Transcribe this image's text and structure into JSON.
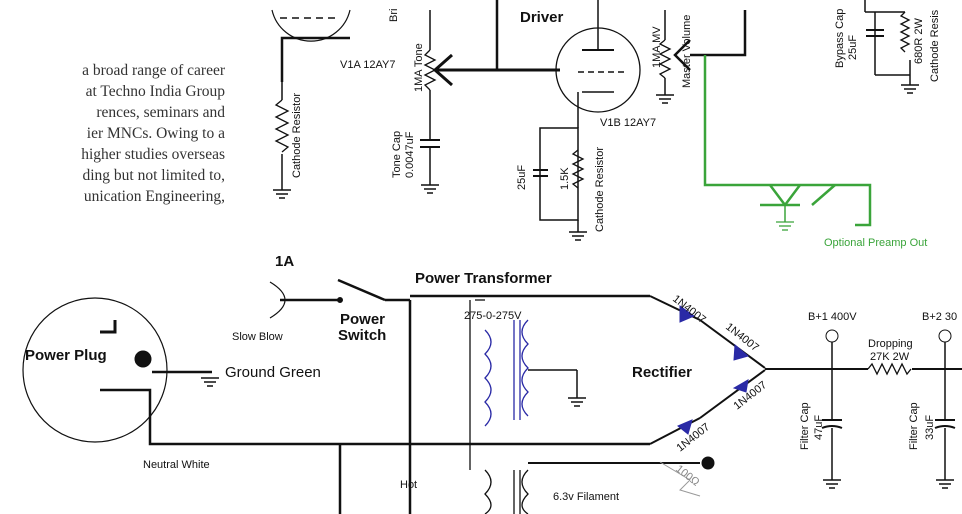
{
  "article_text": [
    "a broad range of career",
    "at Techno India Group",
    "rences, seminars and",
    "ier MNCs. Owing to a",
    "higher studies overseas",
    "ding but not limited to,",
    "unication Engineering,"
  ],
  "preamp": {
    "driver": "Driver",
    "v1a": "V1A 12AY7",
    "v1b": "V1B 12AY7",
    "tone_pot": "1MA Tone",
    "tone_cap": "Tone Cap",
    "tone_cap_val": "0.0047uF",
    "cathode_res": "Cathode Resistor",
    "cathode_res_right": "Cathode Resis",
    "cap_25": "25uF",
    "res_15k": "1.5K",
    "vol_pot": "1MA MV",
    "master_vol": "Master Volume",
    "bri": "Bri",
    "bypass_cap": "Bypass Cap",
    "bypass_val": "25uF",
    "res_680r": "680R 2W",
    "optional_out": "Optional Preamp Out"
  },
  "power": {
    "fuse": "1A",
    "slow_blow": "Slow Blow",
    "power_switch_1": "Power",
    "power_switch_2": "Switch",
    "power_plug": "Power Plug",
    "ground_green": "Ground Green",
    "neutral_white": "Neutral White",
    "hot": "Hot",
    "transformer": "Power Transformer",
    "transformer_val": "275-0-275V",
    "rectifier": "Rectifier",
    "diode": "1N4007",
    "b1": "B+1 400V",
    "b2": "B+2 30",
    "dropping": "Dropping",
    "dropping_val": "27K 2W",
    "filter_cap": "Filter Cap",
    "filter_47": "47uF",
    "filter_33": "33uF",
    "res_100": "100Ω",
    "filament": "6.3v Filament"
  }
}
